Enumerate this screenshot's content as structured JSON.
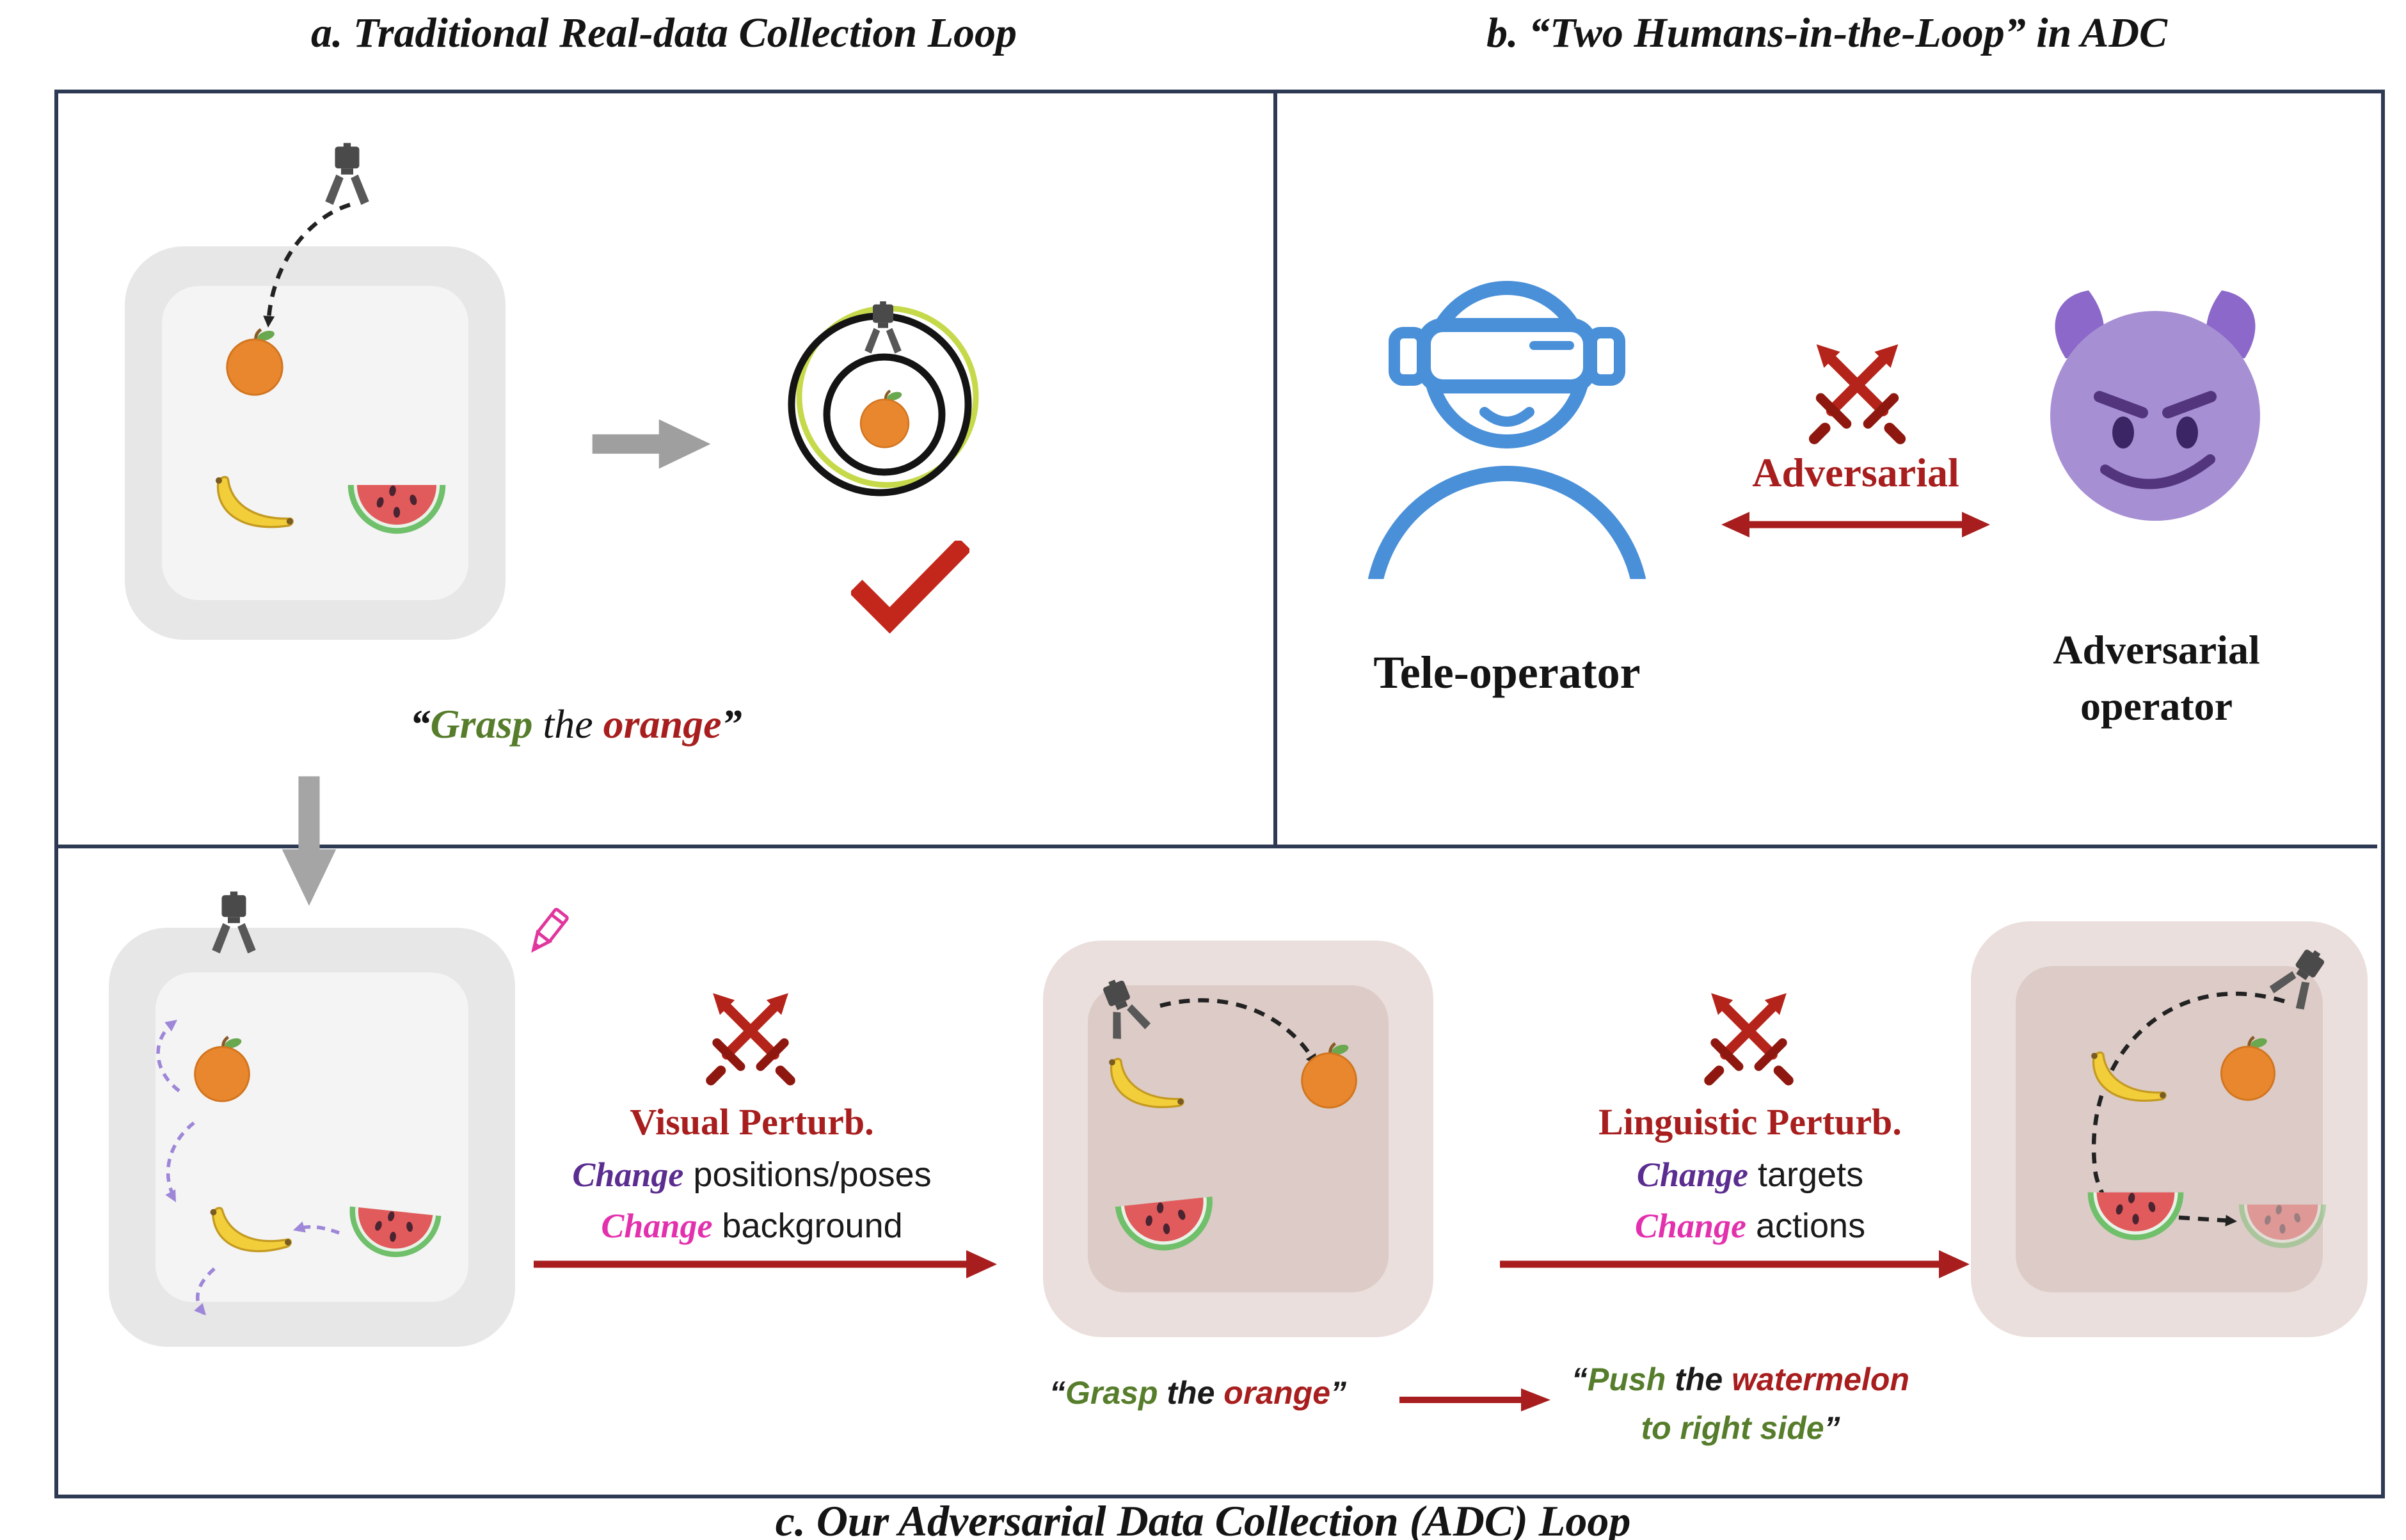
{
  "colors": {
    "border_navy": "#2e3a54",
    "dark_red": "#a81e1e",
    "icon_red": "#b5241a",
    "green": "#567d2b",
    "purple": "#5b2d90",
    "magenta": "#e331ae",
    "blue": "#4a90d9",
    "devil_purple": "#a78fd4",
    "lavender": "#9e86d8",
    "gray_arrow": "#9f9f9f"
  },
  "panel_a": {
    "title": "a. Traditional Real-data Collection Loop",
    "caption": {
      "open": "“",
      "verb": "Grasp",
      "mid": " the ",
      "obj": "orange",
      "close": "”"
    }
  },
  "panel_b": {
    "title": "b. “Two Humans-in-the-Loop” in ADC",
    "teleoperator_label": "Tele-operator",
    "adversarial_label": "Adversarial",
    "operator_line1": "Adversarial",
    "operator_line2": "operator"
  },
  "panel_c": {
    "title": "c. Our Adversarial Data Collection (ADC) Loop",
    "visual": {
      "heading": "Visual Perturb.",
      "line1_keyword": "Change",
      "line1_rest": " positions/poses",
      "line2_keyword": "Change",
      "line2_rest": " background"
    },
    "linguistic": {
      "heading": "Linguistic Perturb.",
      "line1_keyword": "Change",
      "line1_rest": " targets",
      "line2_keyword": "Change",
      "line2_rest": " actions"
    },
    "caption_grasp": {
      "open": "“",
      "verb": "Grasp",
      "mid": " the ",
      "obj": "orange",
      "close": "”"
    },
    "caption_push": {
      "open": "“",
      "verb": "Push",
      "mid": " the ",
      "obj": "watermelon",
      "line2": "to right side",
      "close": "”"
    }
  },
  "icons": {
    "gripper": "robot-gripper",
    "orange": "orange-fruit",
    "banana": "banana-fruit",
    "watermelon": "watermelon-slice",
    "crossed_swords": "crossed-swords",
    "devil_face": "smiling-devil",
    "vr_teleoperator": "person-with-vr-headset",
    "pencil": "edit-pencil",
    "checkmark": "success-check",
    "grasp_success": "gripper-grasping-orange-circle"
  }
}
